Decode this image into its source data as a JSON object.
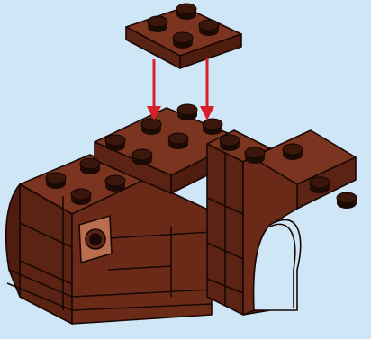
{
  "scene": {
    "background": "#cfe6f7",
    "brick_color": "#6b2a18",
    "brick_top_color": "#7a3420",
    "brick_dark_color": "#4e1d10",
    "stud_color": "#2a0f07",
    "outline_color": "#1a0804",
    "arrow_color": "#d8202a",
    "technic_hole_plate_color": "#b96f4f",
    "parts": [
      {
        "name": "floating-2x2-plate"
      },
      {
        "name": "assembled-arch-build"
      }
    ],
    "arrows": [
      {
        "name": "placement-arrow-left"
      },
      {
        "name": "placement-arrow-right"
      }
    ]
  }
}
